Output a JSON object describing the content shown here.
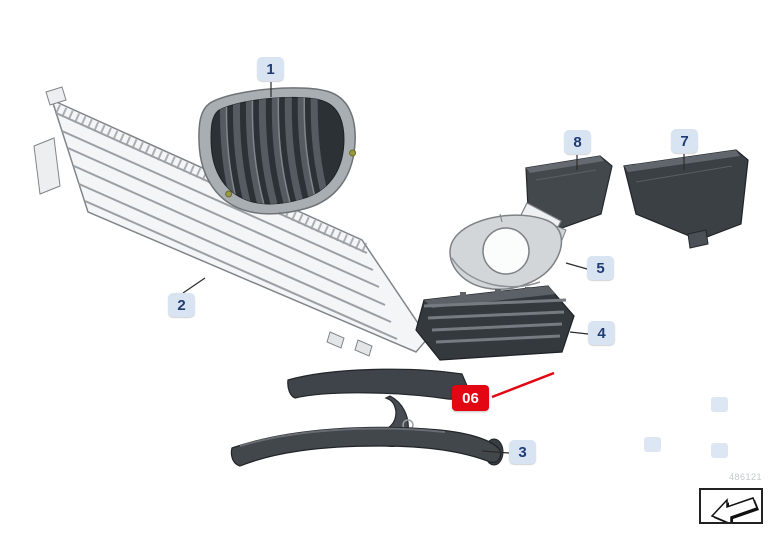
{
  "diagram": {
    "kind": "exploded-parts-diagram"
  },
  "callouts": {
    "c1": "1",
    "c2": "2",
    "c3": "3",
    "c4": "4",
    "c5": "5",
    "c7": "7",
    "c8": "8"
  },
  "highlight": {
    "label": "06",
    "color": "#e30613"
  },
  "colors": {
    "badge_bg": "#d9e4f2",
    "badge_text": "#1f3c74",
    "highlight_red": "#e30613"
  },
  "footer": {
    "diagram_number": "486121"
  }
}
